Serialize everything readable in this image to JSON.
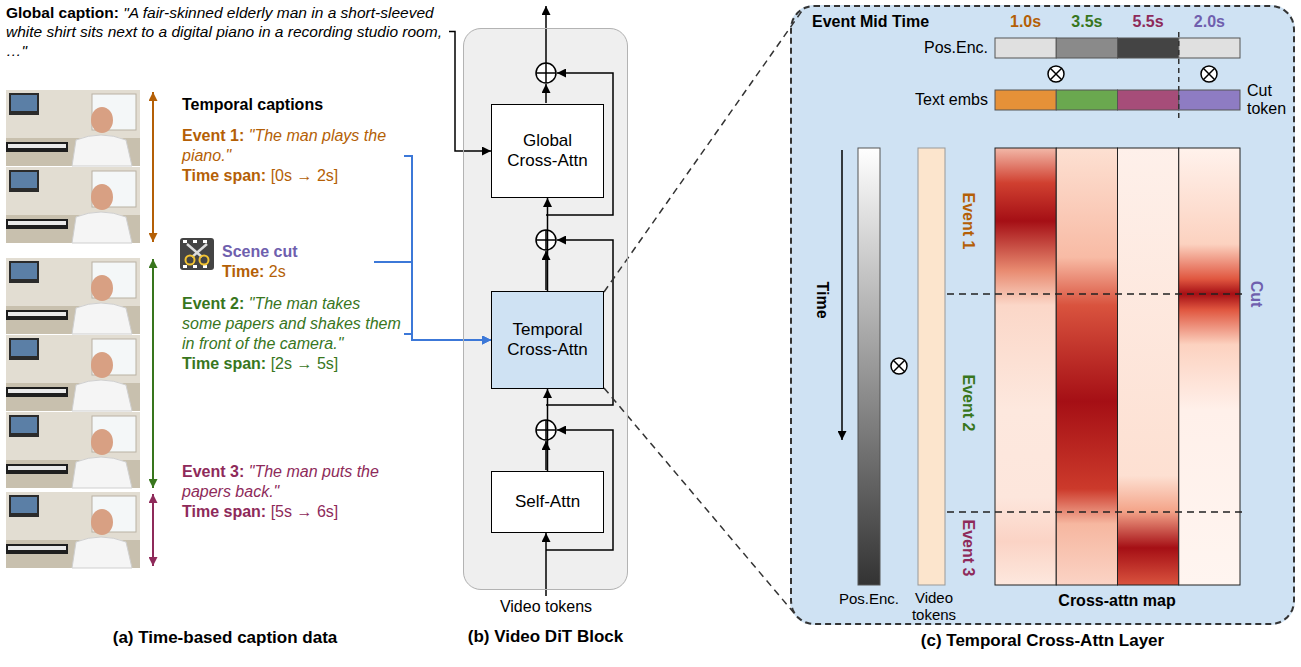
{
  "diagram": {
    "nodes": [
      {
        "text": [
          "Global caption:",
          "\"A fair-skinned elderly man in a short-sleeved white shirt sits next to a digital piano in a recording studio room, …\""
        ]
      },
      {
        "text": [
          "Event 1:",
          "\"The man plays the piano.\"",
          "Time span:",
          "[0s → 2s]"
        ]
      },
      {
        "text": [
          "Scene cut",
          "Time:",
          "2s"
        ]
      },
      {
        "text": [
          "Event 2:",
          "\"The man takes some papers and shakes them in front of the camera.\"",
          "Time span:",
          "[2s → 5s]"
        ]
      },
      {
        "text": [
          "Event 3:",
          "\"The man puts the papers back.\"",
          "Time span:",
          "[5s → 6s]"
        ]
      },
      {
        "text": [
          "(b) Video DiT Block"
        ]
      },
      {
        "text": [
          "Global Cross-Attn"
        ],
        "in": 5
      },
      {
        "text": [
          "Temporal Cross-Attn"
        ],
        "in": 5
      },
      {
        "text": [
          "Self-Attn"
        ],
        "in": 5
      },
      {
        "text": [
          "(c) Temporal Cross-Attn Layer"
        ]
      }
    ],
    "edges": [
      {
        "from": 0,
        "to": 6,
        "arrow": "to"
      },
      {
        "from": 1,
        "to": 7,
        "arrow": "to"
      },
      {
        "from": 2,
        "to": 7,
        "arrow": "to"
      },
      {
        "from": 3,
        "to": 7,
        "arrow": "to"
      },
      {
        "from": 8,
        "to": 7,
        "arrow": "to"
      },
      {
        "from": 7,
        "to": 6,
        "arrow": "to"
      },
      {
        "from": 7,
        "to": 9,
        "arrow": "none"
      },
      {
        "from": 7,
        "to": 9,
        "arrow": "none"
      }
    ],
    "labels": [
      "Temporal captions",
      "(a) Time-based caption data",
      "Video tokens",
      "Event Mid Time",
      "1.0s",
      "3.5s",
      "5.5s",
      "2.0s",
      "Pos.Enc.",
      "Text embs",
      "Cut token",
      "Time",
      "Event 1",
      "Event 2",
      "Event 3",
      "Cut",
      "Pos.Enc.",
      "Video tokens",
      "Cross-attn map"
    ]
  }
}
